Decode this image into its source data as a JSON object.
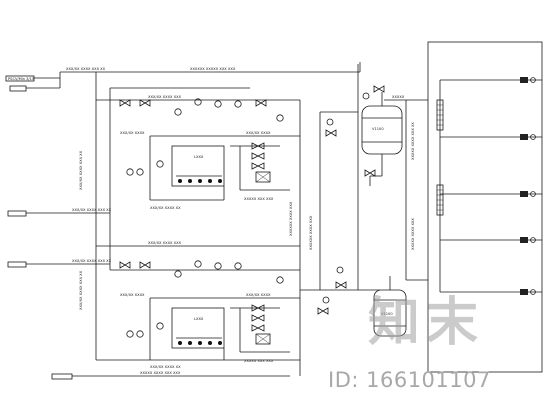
{
  "watermark": {
    "logo_text": "知末",
    "id_text": "ID: 166101107"
  },
  "diagram": {
    "inlets_left": [
      "PSCV/Min 3/15",
      "",
      "",
      "",
      ""
    ],
    "tank_labels": [
      "V1100",
      "V1100"
    ],
    "outlets_right": [
      "",
      "",
      "",
      "",
      ""
    ]
  }
}
